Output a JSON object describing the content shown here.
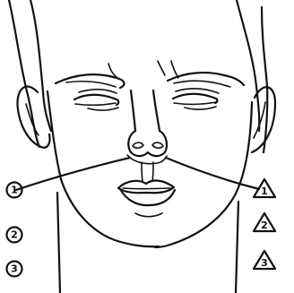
{
  "diagram": {
    "left_markers": [
      {
        "label": "1"
      },
      {
        "label": "2"
      },
      {
        "label": "3"
      }
    ],
    "right_markers": [
      {
        "label": "1"
      },
      {
        "label": "2"
      },
      {
        "label": "3"
      }
    ]
  }
}
